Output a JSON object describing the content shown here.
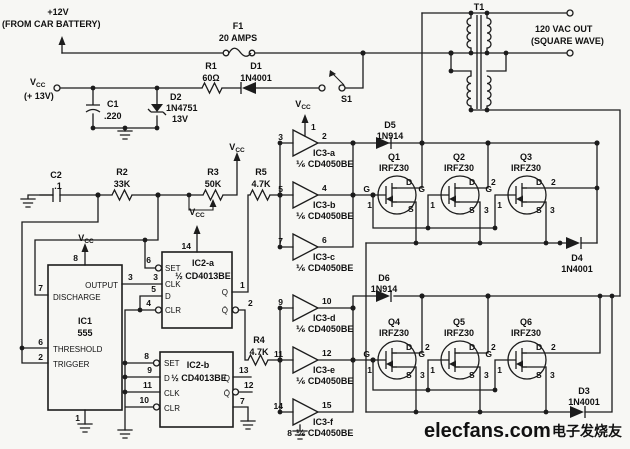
{
  "power": {
    "plus12v": "+12V",
    "battery_note": "(FROM CAR BATTERY)",
    "vcc_v": "V",
    "vcc_sub": "CC",
    "vcc_note": "(+ 13V)",
    "out_label": "120 VAC OUT",
    "out_note": "(SQUARE WAVE)"
  },
  "discrete": {
    "f1": {
      "ref": "F1",
      "value": "20 AMPS"
    },
    "r1": {
      "ref": "R1",
      "value": "60Ω"
    },
    "d1": {
      "ref": "D1",
      "value": "1N4001"
    },
    "s1": {
      "ref": "S1"
    },
    "c1": {
      "ref": "C1",
      "value": ".220"
    },
    "d2": {
      "ref": "D2",
      "value": "1N4751",
      "note": "13V"
    },
    "c2": {
      "ref": "C2",
      "value": ".1"
    },
    "r2": {
      "ref": "R2",
      "value": "33K"
    },
    "r3": {
      "ref": "R3",
      "value": "50K"
    },
    "r5": {
      "ref": "R5",
      "value": "4.7K"
    },
    "r4": {
      "ref": "R4",
      "value": "4.7K"
    },
    "d5": {
      "ref": "D5",
      "value": "1N914"
    },
    "d6": {
      "ref": "D6",
      "value": "1N914"
    },
    "d4": {
      "ref": "D4",
      "value": "1N4001"
    },
    "d3": {
      "ref": "D3",
      "value": "1N4001"
    },
    "t1": {
      "ref": "T1"
    }
  },
  "ic1": {
    "ref": "IC1",
    "value": "555",
    "output": "OUTPUT",
    "discharge": "DISCHARGE",
    "threshold": "THRESHOLD",
    "trigger": "TRIGGER",
    "p8": "8",
    "p3": "3",
    "p7": "7",
    "p6": "6",
    "p2": "2",
    "p1": "1"
  },
  "ic2a": {
    "ref": "IC2-a",
    "value": "½ CD4013BE",
    "set": "SET",
    "clk": "CLK",
    "d": "D",
    "clr": "CLR",
    "q": "Q",
    "qbar": "Q̄",
    "p14": "14",
    "p6": "6",
    "p3": "3",
    "p5": "5",
    "p4": "4",
    "p1": "1",
    "p2": "2"
  },
  "ic2b": {
    "ref": "IC2-b",
    "value": "½ CD4013BE",
    "set": "SET",
    "d": "D",
    "clk": "CLK",
    "clr": "CLR",
    "q": "Q",
    "qbar": "Q̄",
    "p8": "8",
    "p9": "9",
    "p11": "11",
    "p10": "10",
    "p13": "13",
    "p12": "12",
    "p7": "7"
  },
  "buffers": {
    "a": {
      "ref": "IC3-a",
      "value": "⅙ CD4050BE",
      "pin_in": "3",
      "pin_out": "2",
      "pin_vcc": "1"
    },
    "b": {
      "ref": "IC3-b",
      "value": "⅙ CD4050BE",
      "pin_in": "5",
      "pin_out": "4"
    },
    "c": {
      "ref": "IC3-c",
      "value": "⅙ CD4050BE",
      "pin_in": "7",
      "pin_out": "6"
    },
    "d": {
      "ref": "IC3-d",
      "value": "⅙ CD4050BE",
      "pin_in": "9",
      "pin_out": "10"
    },
    "e": {
      "ref": "IC3-e",
      "value": "⅙ CD4050BE",
      "pin_in": "11",
      "pin_out": "12"
    },
    "f": {
      "ref": "IC3-f",
      "value": "⅙ CD4050BE",
      "pin_in": "14",
      "pin_out": "15",
      "pin_gnd": "8"
    }
  },
  "mosfet_pins": {
    "g": "G",
    "d": "D",
    "s": "S",
    "n1": "1",
    "n2": "2",
    "n3": "3"
  },
  "mosfets": {
    "q1": {
      "ref": "Q1",
      "value": "IRFZ30"
    },
    "q2": {
      "ref": "Q2",
      "value": "IRFZ30"
    },
    "q3": {
      "ref": "Q3",
      "value": "IRFZ30"
    },
    "q4": {
      "ref": "Q4",
      "value": "IRFZ30"
    },
    "q5": {
      "ref": "Q5",
      "value": "IRFZ30"
    },
    "q6": {
      "ref": "Q6",
      "value": "IRFZ30"
    }
  },
  "watermark": {
    "brand": "elecfans.com",
    "chinese": "电子发烧友",
    "color": "#cc1f1f"
  }
}
